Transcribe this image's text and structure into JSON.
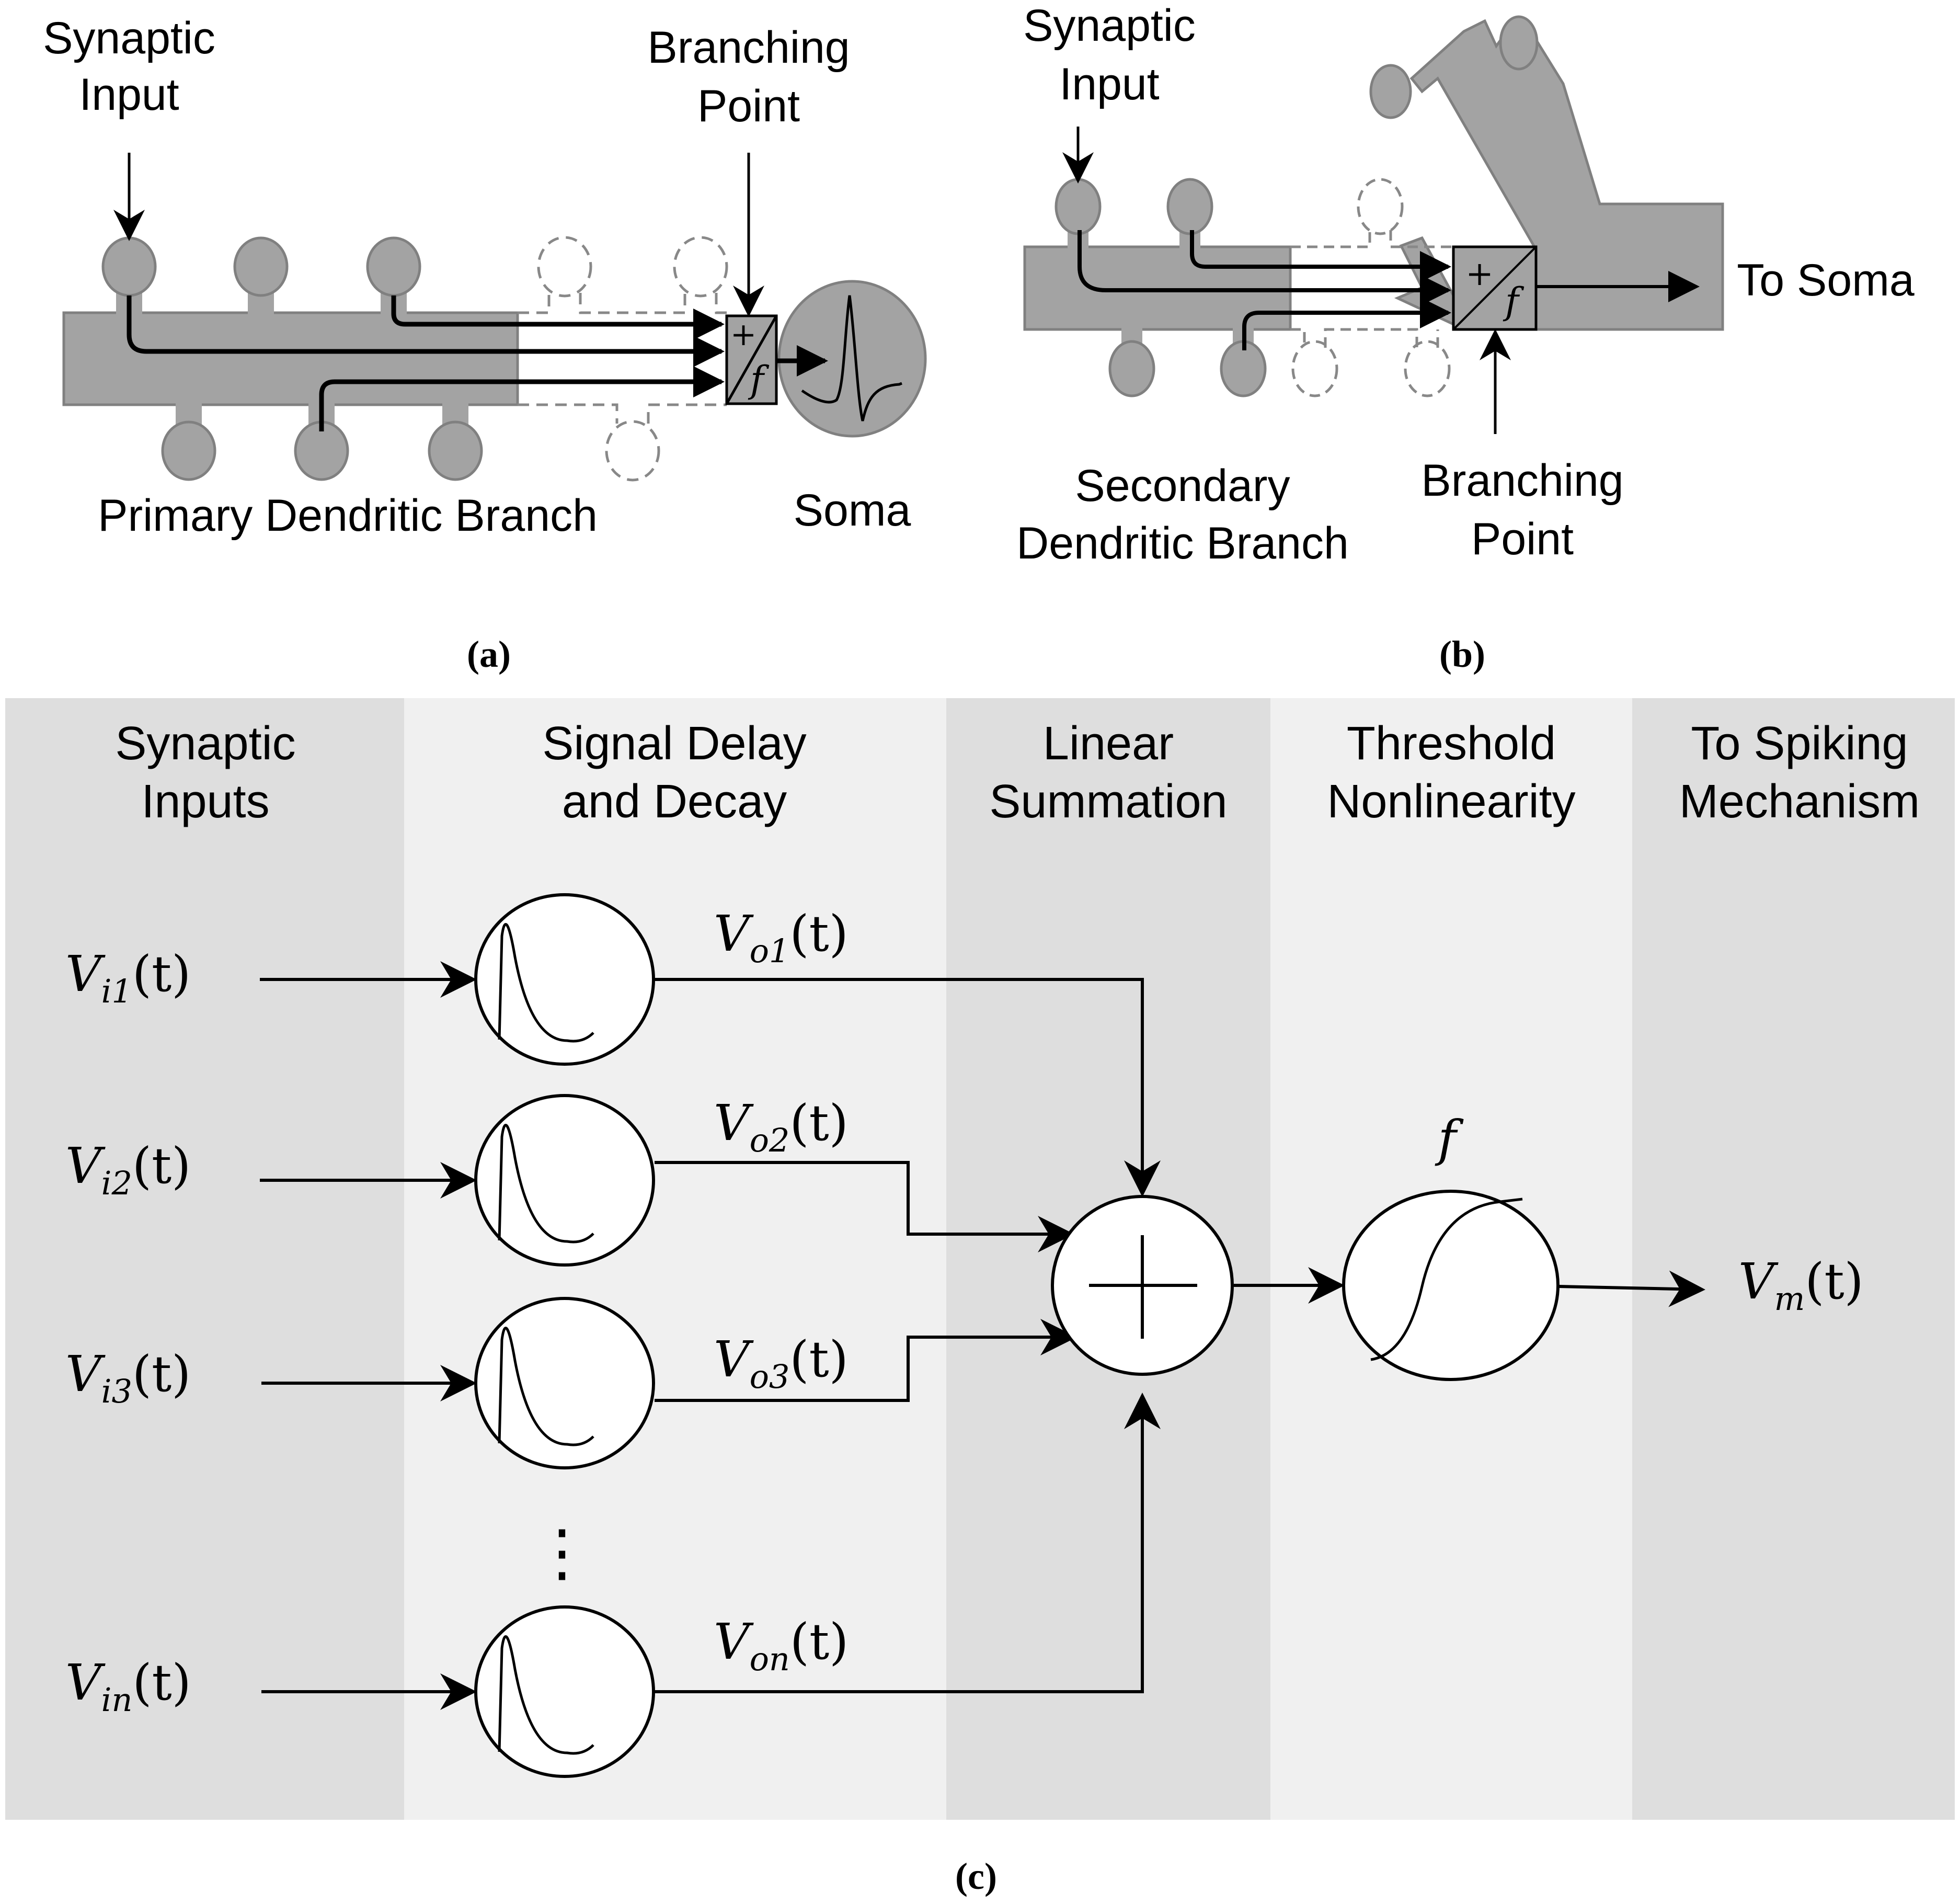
{
  "panel_a": {
    "caption": "(a)",
    "synaptic_input_line1": "Synaptic",
    "synaptic_input_line2": "Input",
    "branching_point_line1": "Branching",
    "branching_point_line2": "Point",
    "branch_label": "Primary Dendritic Branch",
    "soma_label": "Soma",
    "block_plus": "+",
    "block_f": "f"
  },
  "panel_b": {
    "caption": "(b)",
    "synaptic_input_line1": "Synaptic",
    "synaptic_input_line2": "Input",
    "to_soma": "To Soma",
    "branch_label_line1": "Secondary",
    "branch_label_line2": "Dendritic Branch",
    "branching_point_line1": "Branching",
    "branching_point_line2": "Point",
    "block_plus": "+",
    "block_f": "f"
  },
  "panel_c": {
    "caption": "(c)",
    "colors": {
      "band_dark": "#dedede",
      "band_light": "#f0f0f0"
    },
    "columns": [
      {
        "line1": "Synaptic",
        "line2": "Inputs"
      },
      {
        "line1": "Signal Delay",
        "line2": "and Decay"
      },
      {
        "line1": "Linear",
        "line2": "Summation"
      },
      {
        "line1": "Threshold",
        "line2": "Nonlinearity"
      },
      {
        "line1": "To Spiking",
        "line2": "Mechanism"
      }
    ],
    "inputs": [
      {
        "v": "V",
        "sub": "i1",
        "arg": "(t)"
      },
      {
        "v": "V",
        "sub": "i2",
        "arg": "(t)"
      },
      {
        "v": "V",
        "sub": "i3",
        "arg": "(t)"
      },
      {
        "v": "V",
        "sub": "in",
        "arg": "(t)"
      }
    ],
    "outputs": [
      {
        "v": "V",
        "sub": "o1",
        "arg": "(t)"
      },
      {
        "v": "V",
        "sub": "o2",
        "arg": "(t)"
      },
      {
        "v": "V",
        "sub": "o3",
        "arg": "(t)"
      },
      {
        "v": "V",
        "sub": "on",
        "arg": "(t)"
      }
    ],
    "ellipsis": "⋮",
    "nonlinearity_label": "f",
    "membrane": {
      "v": "V",
      "sub": "m",
      "arg": "(t)"
    }
  }
}
